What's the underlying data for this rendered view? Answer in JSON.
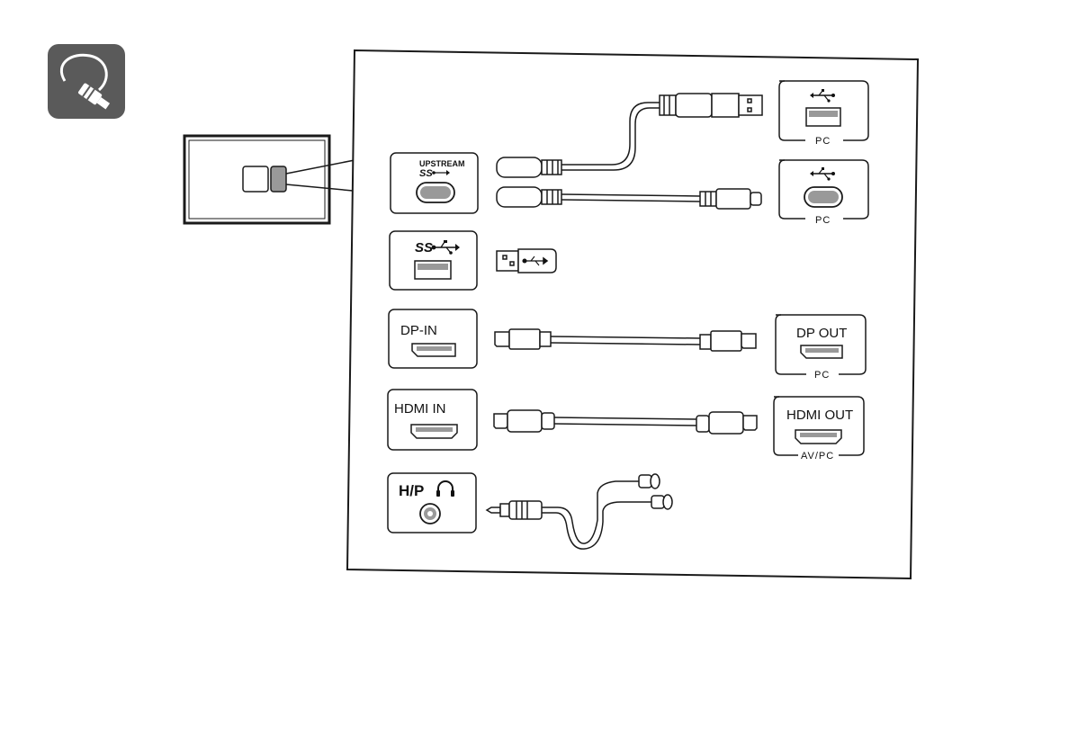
{
  "ports": {
    "upstream": {
      "label": "UPSTREAM"
    },
    "dp_in": {
      "label": "DP-IN"
    },
    "hdmi_in": {
      "label": "HDMI IN"
    },
    "headphone": {
      "label": "H/P"
    }
  },
  "pc_ports": {
    "usb_a_pc": {
      "sub": "PC"
    },
    "usb_c_pc": {
      "sub": "PC"
    },
    "dp_out": {
      "label": "DP OUT",
      "sub": "PC"
    },
    "hdmi_out": {
      "label": "HDMI OUT",
      "sub": "AV/PC"
    }
  },
  "icons": {
    "header": "cable-plug-icon",
    "superspeed": "superspeed-usb-icon",
    "usb": "usb-trident-icon",
    "headphones": "headphones-icon"
  },
  "colors": {
    "line": "#1a1a1a",
    "icon_bg": "#5a5a5a",
    "port_fill": "#e9e9e9",
    "highlight": "#999999"
  }
}
